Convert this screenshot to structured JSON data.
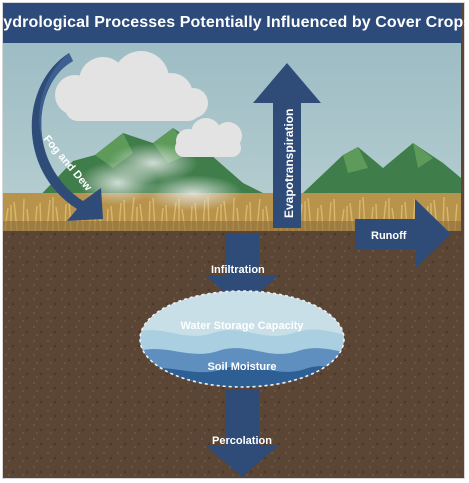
{
  "title": "Hydrological Processes Potentially Influenced by Cover Crops",
  "labels": {
    "fog_and_dew": "Fog and Dew",
    "evapotranspiration": "Evapotranspiration",
    "runoff": "Runoff",
    "infiltration": "Infiltration",
    "water_storage_capacity": "Water Storage Capacity",
    "soil_moisture": "Soil Moisture",
    "percolation": "Percolation"
  },
  "colors": {
    "title_bar": "#2c4a7a",
    "arrow": "#2f4c78",
    "sky": "#a9c6cc",
    "soil": "#5b4636",
    "crops": "#c9a45a",
    "water_light": "#a9cfe0",
    "water_deep": "#2e5f94"
  },
  "icons": [
    "cloud-icon",
    "mountain-icon",
    "crop-icon",
    "arrow-icon"
  ]
}
